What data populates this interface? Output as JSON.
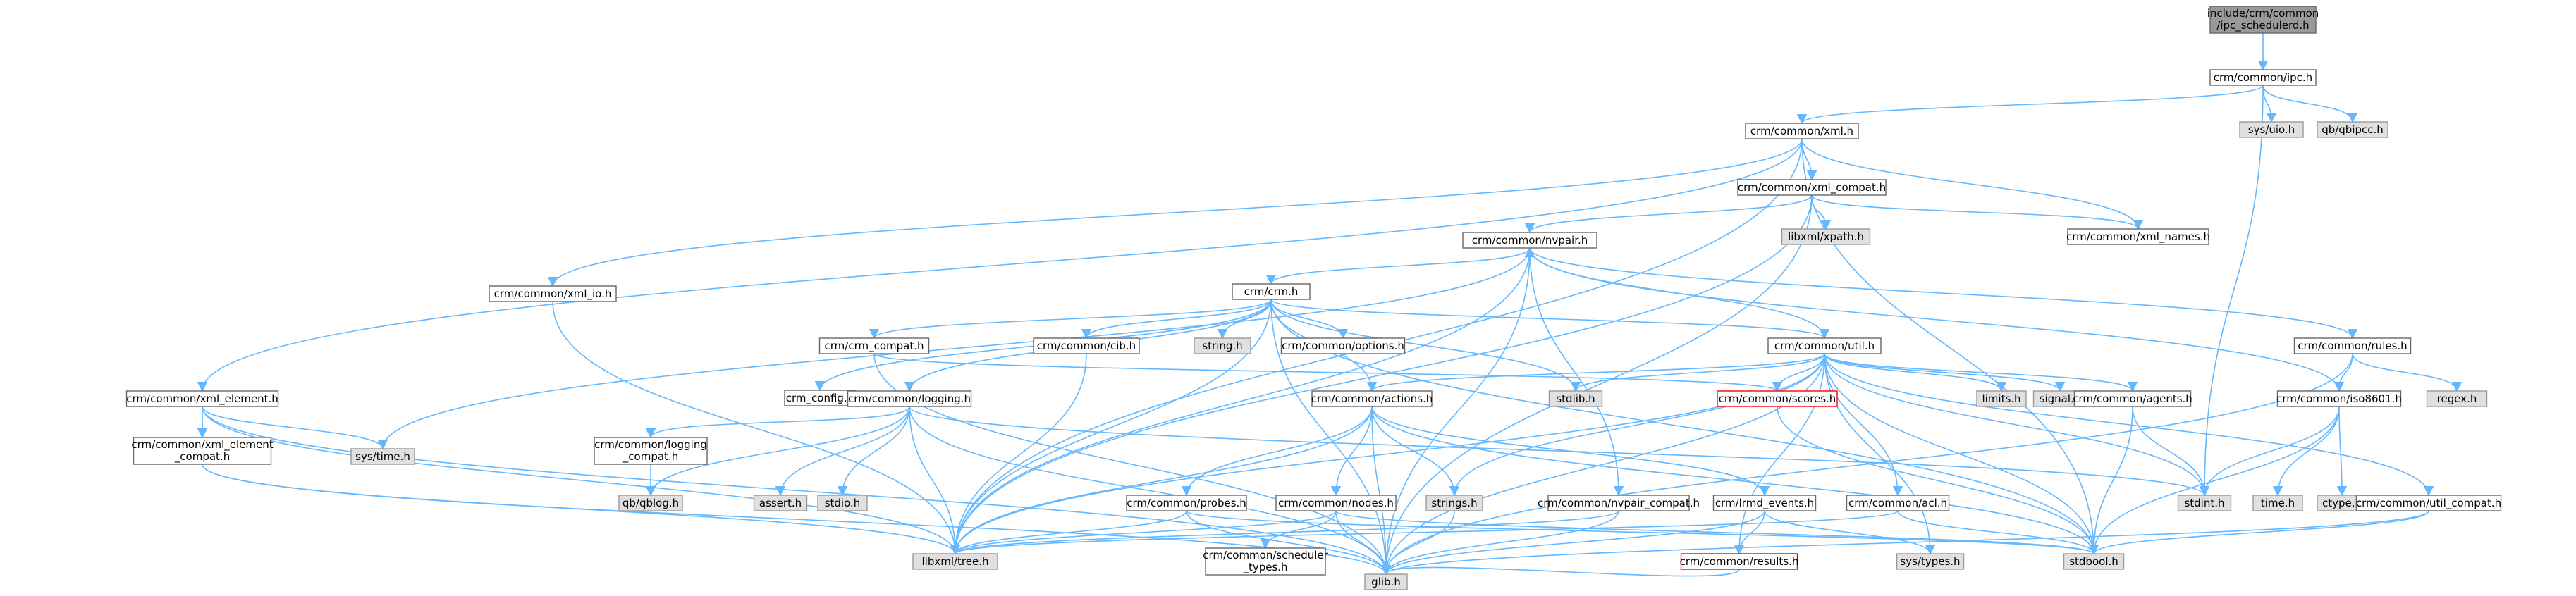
{
  "colors": {
    "edge": "#63b8ff",
    "node_border": "#666666",
    "node_fill": "#ffffff",
    "system_fill": "#e0e0e0",
    "system_border": "#999999",
    "root_fill": "#999999",
    "root_border": "#666666",
    "missing_border": "#ff0000"
  },
  "nodes": [
    {
      "id": "root",
      "label": [
        "include/crm/common",
        "/ipc_schedulerd.h"
      ],
      "kind": "root"
    },
    {
      "id": "ipc",
      "label": [
        "crm/common/ipc.h"
      ],
      "kind": "normal"
    },
    {
      "id": "sysuio",
      "label": [
        "sys/uio.h"
      ],
      "kind": "system"
    },
    {
      "id": "qbipcc",
      "label": [
        "qb/qbipcc.h"
      ],
      "kind": "system"
    },
    {
      "id": "xml",
      "label": [
        "crm/common/xml.h"
      ],
      "kind": "normal"
    },
    {
      "id": "xml_compat",
      "label": [
        "crm/common/xml_compat.h"
      ],
      "kind": "normal"
    },
    {
      "id": "libxml_xpath",
      "label": [
        "libxml/xpath.h"
      ],
      "kind": "system"
    },
    {
      "id": "xml_names",
      "label": [
        "crm/common/xml_names.h"
      ],
      "kind": "normal"
    },
    {
      "id": "nvpair",
      "label": [
        "crm/common/nvpair.h"
      ],
      "kind": "normal"
    },
    {
      "id": "xml_io",
      "label": [
        "crm/common/xml_io.h"
      ],
      "kind": "normal"
    },
    {
      "id": "crm",
      "label": [
        "crm/crm.h"
      ],
      "kind": "normal"
    },
    {
      "id": "crm_compat",
      "label": [
        "crm/crm_compat.h"
      ],
      "kind": "normal"
    },
    {
      "id": "crm_config",
      "label": [
        "crm_config.h"
      ],
      "kind": "normal"
    },
    {
      "id": "cib",
      "label": [
        "crm/common/cib.h"
      ],
      "kind": "normal"
    },
    {
      "id": "string",
      "label": [
        "string.h"
      ],
      "kind": "system"
    },
    {
      "id": "options",
      "label": [
        "crm/common/options.h"
      ],
      "kind": "normal"
    },
    {
      "id": "util",
      "label": [
        "crm/common/util.h"
      ],
      "kind": "normal"
    },
    {
      "id": "rules",
      "label": [
        "crm/common/rules.h"
      ],
      "kind": "normal"
    },
    {
      "id": "regex",
      "label": [
        "regex.h"
      ],
      "kind": "system"
    },
    {
      "id": "xml_element",
      "label": [
        "crm/common/xml_element.h"
      ],
      "kind": "normal"
    },
    {
      "id": "xml_element_compat",
      "label": [
        "crm/common/xml_element",
        "_compat.h"
      ],
      "kind": "normal"
    },
    {
      "id": "systime",
      "label": [
        "sys/time.h"
      ],
      "kind": "system"
    },
    {
      "id": "logging",
      "label": [
        "crm/common/logging.h"
      ],
      "kind": "normal"
    },
    {
      "id": "logging_compat",
      "label": [
        "crm/common/logging",
        "_compat.h"
      ],
      "kind": "normal"
    },
    {
      "id": "qblog",
      "label": [
        "qb/qblog.h"
      ],
      "kind": "system"
    },
    {
      "id": "assert",
      "label": [
        "assert.h"
      ],
      "kind": "system"
    },
    {
      "id": "stdio",
      "label": [
        "stdio.h"
      ],
      "kind": "system"
    },
    {
      "id": "stdlib",
      "label": [
        "stdlib.h"
      ],
      "kind": "system"
    },
    {
      "id": "actions",
      "label": [
        "crm/common/actions.h"
      ],
      "kind": "normal"
    },
    {
      "id": "scores",
      "label": [
        "crm/common/scores.h"
      ],
      "kind": "missing"
    },
    {
      "id": "limits",
      "label": [
        "limits.h"
      ],
      "kind": "system"
    },
    {
      "id": "signal",
      "label": [
        "signal.h"
      ],
      "kind": "system"
    },
    {
      "id": "agents",
      "label": [
        "crm/common/agents.h"
      ],
      "kind": "normal"
    },
    {
      "id": "iso8601",
      "label": [
        "crm/common/iso8601.h"
      ],
      "kind": "normal"
    },
    {
      "id": "probes",
      "label": [
        "crm/common/probes.h"
      ],
      "kind": "normal"
    },
    {
      "id": "nodes",
      "label": [
        "crm/common/nodes.h"
      ],
      "kind": "normal"
    },
    {
      "id": "strings",
      "label": [
        "strings.h"
      ],
      "kind": "system"
    },
    {
      "id": "nvpair_compat",
      "label": [
        "crm/common/nvpair_compat.h"
      ],
      "kind": "normal"
    },
    {
      "id": "lrmd_events",
      "label": [
        "crm/lrmd_events.h"
      ],
      "kind": "normal"
    },
    {
      "id": "acl",
      "label": [
        "crm/common/acl.h"
      ],
      "kind": "normal"
    },
    {
      "id": "stdint",
      "label": [
        "stdint.h"
      ],
      "kind": "system"
    },
    {
      "id": "timeh",
      "label": [
        "time.h"
      ],
      "kind": "system"
    },
    {
      "id": "ctype",
      "label": [
        "ctype.h"
      ],
      "kind": "system"
    },
    {
      "id": "util_compat",
      "label": [
        "crm/common/util_compat.h"
      ],
      "kind": "normal"
    },
    {
      "id": "libxml_tree",
      "label": [
        "libxml/tree.h"
      ],
      "kind": "system"
    },
    {
      "id": "scheduler_types",
      "label": [
        "crm/common/scheduler",
        "_types.h"
      ],
      "kind": "normal"
    },
    {
      "id": "systypes",
      "label": [
        "sys/types.h"
      ],
      "kind": "system"
    },
    {
      "id": "stdbool",
      "label": [
        "stdbool.h"
      ],
      "kind": "system"
    },
    {
      "id": "results",
      "label": [
        "crm/common/results.h"
      ],
      "kind": "missing"
    },
    {
      "id": "glib",
      "label": [
        "glib.h"
      ],
      "kind": "system"
    }
  ],
  "edges": [
    [
      "root",
      "ipc"
    ],
    [
      "ipc",
      "sysuio"
    ],
    [
      "ipc",
      "qbipcc"
    ],
    [
      "ipc",
      "xml"
    ],
    [
      "ipc",
      "stdint"
    ],
    [
      "xml",
      "xml_compat"
    ],
    [
      "xml",
      "xml_io"
    ],
    [
      "xml",
      "xml_element"
    ],
    [
      "xml",
      "xml_names"
    ],
    [
      "xml",
      "libxml_tree"
    ],
    [
      "xml",
      "stdbool"
    ],
    [
      "xml_compat",
      "nvpair"
    ],
    [
      "xml_compat",
      "libxml_xpath"
    ],
    [
      "xml_compat",
      "xml_names"
    ],
    [
      "xml_compat",
      "libxml_tree"
    ],
    [
      "xml_compat",
      "glib"
    ],
    [
      "nvpair",
      "crm"
    ],
    [
      "nvpair",
      "rules"
    ],
    [
      "nvpair",
      "nvpair_compat"
    ],
    [
      "nvpair",
      "systime"
    ],
    [
      "nvpair",
      "libxml_tree"
    ],
    [
      "nvpair",
      "glib"
    ],
    [
      "nvpair",
      "iso8601"
    ],
    [
      "xml_io",
      "libxml_tree"
    ],
    [
      "crm",
      "crm_compat"
    ],
    [
      "crm",
      "crm_config"
    ],
    [
      "crm",
      "cib"
    ],
    [
      "crm",
      "string"
    ],
    [
      "crm",
      "options"
    ],
    [
      "crm",
      "util"
    ],
    [
      "crm",
      "logging"
    ],
    [
      "crm",
      "actions"
    ],
    [
      "crm",
      "stdlib"
    ],
    [
      "crm",
      "stdbool"
    ],
    [
      "crm",
      "glib"
    ],
    [
      "crm",
      "libxml_tree"
    ],
    [
      "crm_compat",
      "scores"
    ],
    [
      "crm_compat",
      "glib"
    ],
    [
      "cib",
      "libxml_tree"
    ],
    [
      "util",
      "actions"
    ],
    [
      "util",
      "scores"
    ],
    [
      "util",
      "agents"
    ],
    [
      "util",
      "limits"
    ],
    [
      "util",
      "signal"
    ],
    [
      "util",
      "stdlib"
    ],
    [
      "util",
      "nvpair"
    ],
    [
      "util",
      "acl"
    ],
    [
      "util",
      "strings"
    ],
    [
      "util",
      "stdint"
    ],
    [
      "util",
      "stdbool"
    ],
    [
      "util",
      "systypes"
    ],
    [
      "util",
      "util_compat"
    ],
    [
      "util",
      "results"
    ],
    [
      "util",
      "libxml_tree"
    ],
    [
      "util",
      "glib"
    ],
    [
      "rules",
      "iso8601"
    ],
    [
      "rules",
      "regex"
    ],
    [
      "rules",
      "glib"
    ],
    [
      "xml_element",
      "xml_element_compat"
    ],
    [
      "xml_element",
      "systime"
    ],
    [
      "xml_element",
      "libxml_tree"
    ],
    [
      "xml_element",
      "glib"
    ],
    [
      "xml_element_compat",
      "libxml_tree"
    ],
    [
      "xml_element_compat",
      "glib"
    ],
    [
      "logging",
      "logging_compat"
    ],
    [
      "logging",
      "qblog"
    ],
    [
      "logging",
      "assert"
    ],
    [
      "logging",
      "stdio"
    ],
    [
      "logging",
      "libxml_tree"
    ],
    [
      "logging",
      "glib"
    ],
    [
      "logging",
      "stdint"
    ],
    [
      "logging_compat",
      "qblog"
    ],
    [
      "actions",
      "probes"
    ],
    [
      "actions",
      "nodes"
    ],
    [
      "actions",
      "strings"
    ],
    [
      "actions",
      "lrmd_events"
    ],
    [
      "actions",
      "libxml_tree"
    ],
    [
      "actions",
      "glib"
    ],
    [
      "actions",
      "stdbool"
    ],
    [
      "scores",
      "stdbool"
    ],
    [
      "agents",
      "stdint"
    ],
    [
      "agents",
      "stdbool"
    ],
    [
      "iso8601",
      "timeh"
    ],
    [
      "iso8601",
      "ctype"
    ],
    [
      "iso8601",
      "stdint"
    ],
    [
      "iso8601",
      "stdbool"
    ],
    [
      "probes",
      "libxml_tree"
    ],
    [
      "probes",
      "glib"
    ],
    [
      "probes",
      "stdbool"
    ],
    [
      "nodes",
      "scheduler_types"
    ],
    [
      "nodes",
      "libxml_tree"
    ],
    [
      "nodes",
      "glib"
    ],
    [
      "nodes",
      "stdbool"
    ],
    [
      "strings",
      "glib"
    ],
    [
      "nvpair_compat",
      "libxml_tree"
    ],
    [
      "nvpair_compat",
      "glib"
    ],
    [
      "lrmd_events",
      "results"
    ],
    [
      "lrmd_events",
      "systypes"
    ],
    [
      "lrmd_events",
      "glib"
    ],
    [
      "acl",
      "libxml_tree"
    ],
    [
      "acl",
      "stdbool"
    ],
    [
      "util_compat",
      "glib"
    ],
    [
      "util_compat",
      "stdbool"
    ],
    [
      "results",
      "glib"
    ]
  ]
}
